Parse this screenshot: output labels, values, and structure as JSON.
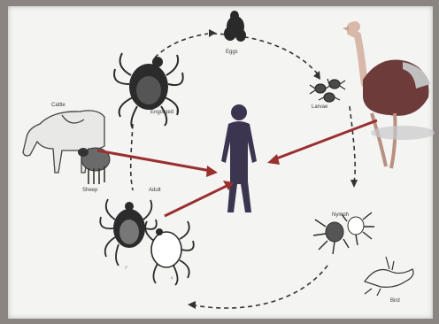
{
  "labels": {
    "eggs": "Eggs",
    "larvae": "Larvae",
    "engorged_female": "Engorged ♀",
    "cattle": "Cattle",
    "sheep": "Sheep",
    "adult": "Adult",
    "male_symbol": "♂",
    "female_symbol": "♀",
    "nymph": "Nymph",
    "bird": "Bird"
  },
  "colors": {
    "arrow": "#9a2f2f",
    "human": "#3b354f",
    "ostrich_body": "#6e3b3b",
    "ostrich_neck": "#d8b8a8",
    "tick": "#2b2b2b",
    "cycle_dash": "#333333"
  }
}
